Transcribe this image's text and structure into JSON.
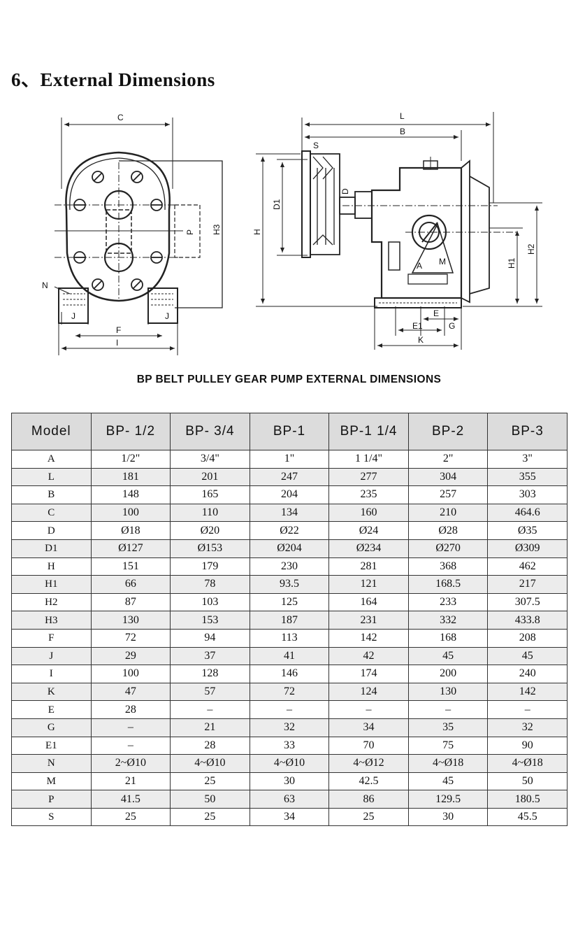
{
  "heading": "6、External Dimensions",
  "caption": "BP BELT PULLEY GEAR PUMP EXTERNAL DIMENSIONS",
  "drawing_labels": {
    "C": "C",
    "P": "P",
    "H3": "H3",
    "N": "N",
    "J_left": "J",
    "J_right": "J",
    "F": "F",
    "I": "I",
    "L": "L",
    "B": "B",
    "S": "S",
    "D": "D",
    "D1": "D1",
    "H": "H",
    "A": "A",
    "M": "M",
    "H1": "H1",
    "H2": "H2",
    "E": "E",
    "E1": "E1",
    "G": "G",
    "K": "K"
  },
  "table": {
    "headers": [
      "Model",
      "BP- 1/2",
      "BP- 3/4",
      "BP-1",
      "BP-1 1/4",
      "BP-2",
      "BP-3"
    ],
    "rows": [
      [
        "A",
        "1/2\"",
        "3/4\"",
        "1\"",
        "1 1/4\"",
        "2\"",
        "3\""
      ],
      [
        "L",
        "181",
        "201",
        "247",
        "277",
        "304",
        "355"
      ],
      [
        "B",
        "148",
        "165",
        "204",
        "235",
        "257",
        "303"
      ],
      [
        "C",
        "100",
        "110",
        "134",
        "160",
        "210",
        "464.6"
      ],
      [
        "D",
        "Ø18",
        "Ø20",
        "Ø22",
        "Ø24",
        "Ø28",
        "Ø35"
      ],
      [
        "D1",
        "Ø127",
        "Ø153",
        "Ø204",
        "Ø234",
        "Ø270",
        "Ø309"
      ],
      [
        "H",
        "151",
        "179",
        "230",
        "281",
        "368",
        "462"
      ],
      [
        "H1",
        "66",
        "78",
        "93.5",
        "121",
        "168.5",
        "217"
      ],
      [
        "H2",
        "87",
        "103",
        "125",
        "164",
        "233",
        "307.5"
      ],
      [
        "H3",
        "130",
        "153",
        "187",
        "231",
        "332",
        "433.8"
      ],
      [
        "F",
        "72",
        "94",
        "113",
        "142",
        "168",
        "208"
      ],
      [
        "J",
        "29",
        "37",
        "41",
        "42",
        "45",
        "45"
      ],
      [
        "I",
        "100",
        "128",
        "146",
        "174",
        "200",
        "240"
      ],
      [
        "K",
        "47",
        "57",
        "72",
        "124",
        "130",
        "142"
      ],
      [
        "E",
        "28",
        "–",
        "–",
        "–",
        "–",
        "–"
      ],
      [
        "G",
        "–",
        "21",
        "32",
        "34",
        "35",
        "32"
      ],
      [
        "E1",
        "–",
        "28",
        "33",
        "70",
        "75",
        "90"
      ],
      [
        "N",
        "2~Ø10",
        "4~Ø10",
        "4~Ø10",
        "4~Ø12",
        "4~Ø18",
        "4~Ø18"
      ],
      [
        "M",
        "21",
        "25",
        "30",
        "42.5",
        "45",
        "50"
      ],
      [
        "P",
        "41.5",
        "50",
        "63",
        "86",
        "129.5",
        "180.5"
      ],
      [
        "S",
        "25",
        "25",
        "34",
        "25",
        "30",
        "45.5"
      ]
    ]
  }
}
